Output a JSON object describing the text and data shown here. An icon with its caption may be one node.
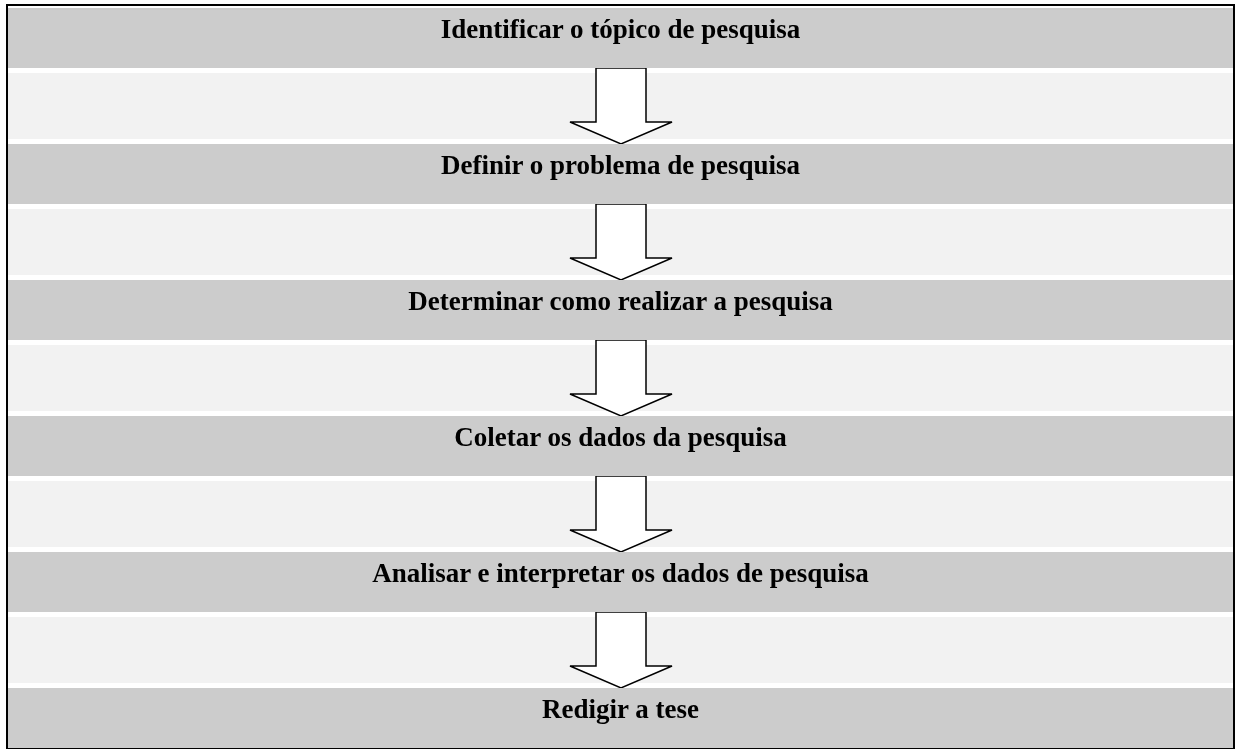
{
  "diagram": {
    "nodes": [
      {
        "text": [
          "Identificar o tópico de pesquisa"
        ]
      },
      {
        "text": [
          "Definir o problema de pesquisa"
        ]
      },
      {
        "text": [
          "Determinar como realizar a pesquisa"
        ]
      },
      {
        "text": [
          "Coletar os dados da pesquisa"
        ]
      },
      {
        "text": [
          "Analisar e interpretar os dados de pesquisa"
        ]
      },
      {
        "text": [
          "Redigir a tese"
        ]
      }
    ],
    "edges": [
      {
        "from": 0,
        "to": 1,
        "arrow": "to"
      },
      {
        "from": 1,
        "to": 2,
        "arrow": "to"
      },
      {
        "from": 2,
        "to": 3,
        "arrow": "to"
      },
      {
        "from": 3,
        "to": 4,
        "arrow": "to"
      },
      {
        "from": 4,
        "to": 5,
        "arrow": "to"
      }
    ]
  }
}
